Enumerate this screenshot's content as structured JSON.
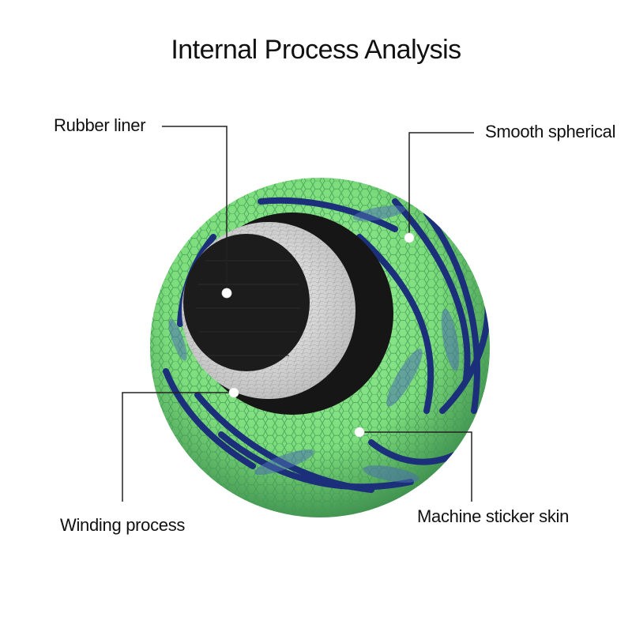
{
  "title": "Internal Process Analysis",
  "callouts": {
    "rubber_liner": "Rubber liner",
    "smooth_spherical": "Smooth spherical",
    "winding_process": "Winding process",
    "machine_sticker_skin": "Machine sticker skin"
  },
  "colors": {
    "ball_green": "#7fe07a",
    "hex_line": "#3f9a55",
    "stripe_navy": "#1c2f7a",
    "liner_black": "#1a1a1a",
    "winding_white": "#e6e6e6",
    "leader_line": "#222222"
  }
}
